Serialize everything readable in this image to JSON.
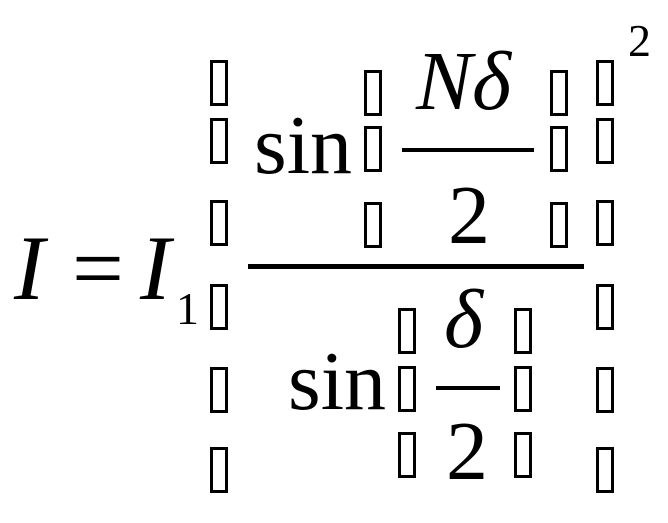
{
  "equation": {
    "lhs_symbol": "I",
    "equals": "=",
    "rhs_symbol": "I",
    "rhs_subscript": "1",
    "numerator": {
      "function": "sin",
      "inner_numerator": "Nδ",
      "inner_denominator": "2"
    },
    "denominator": {
      "function": "sin",
      "inner_numerator": "δ",
      "inner_denominator": "2"
    },
    "exponent": "2"
  }
}
